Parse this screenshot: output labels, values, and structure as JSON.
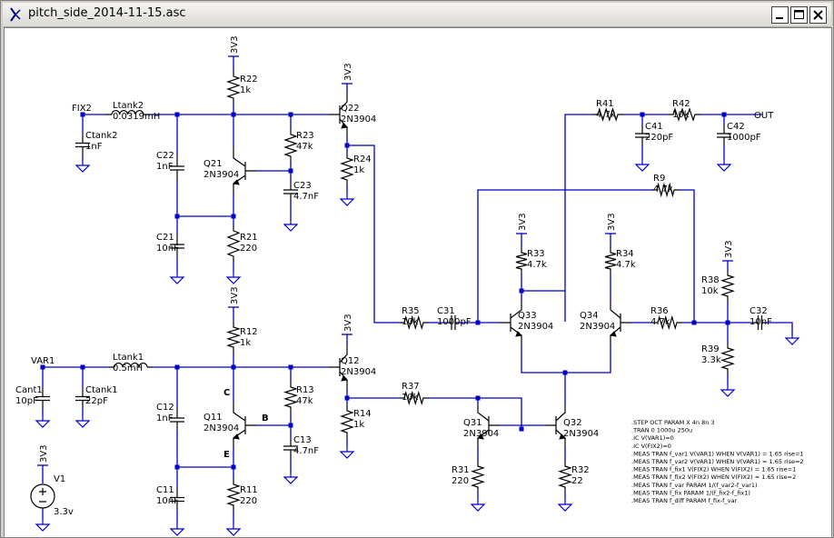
{
  "window": {
    "title": "pitch_side_2014-11-15.asc"
  },
  "colors": {
    "wire": "#0000c8",
    "component": "#000000",
    "label": "#000000",
    "canvas": "#ffffff"
  },
  "icons": {
    "app": "ltspice-icon",
    "minimize": "minimize-icon",
    "maximize": "maximize-icon",
    "close": "close-icon"
  },
  "schematic": {
    "supply": "3V3",
    "transistor_model": "2N3904",
    "components": {
      "r22": {
        "ref": "R22",
        "value": "1k"
      },
      "r23": {
        "ref": "R23",
        "value": "47k"
      },
      "r24": {
        "ref": "R24",
        "value": "1k"
      },
      "r21": {
        "ref": "R21",
        "value": "220"
      },
      "c22": {
        "ref": "C22",
        "value": "1nF"
      },
      "c23": {
        "ref": "C23",
        "value": "4.7nF"
      },
      "c21": {
        "ref": "C21",
        "value": "10nF"
      },
      "ltank2": {
        "ref": "Ltank2",
        "value": "0.0319mH"
      },
      "ctank2": {
        "ref": "Ctank2",
        "value": "1nF"
      },
      "q21": {
        "ref": "Q21"
      },
      "q22": {
        "ref": "Q22"
      },
      "r41": {
        "ref": "R41",
        "value": "4.7k"
      },
      "r42": {
        "ref": "R42",
        "value": "10k"
      },
      "c41": {
        "ref": "C41",
        "value": "220pF"
      },
      "c42": {
        "ref": "C42",
        "value": "1000pF"
      },
      "r9": {
        "ref": "R9",
        "value": "4.7k"
      },
      "r33": {
        "ref": "R33",
        "value": "4.7k"
      },
      "r34": {
        "ref": "R34",
        "value": "4.7k"
      },
      "r35": {
        "ref": "R35",
        "value": "10k"
      },
      "c31": {
        "ref": "C31",
        "value": "1000pF"
      },
      "q33": {
        "ref": "Q33"
      },
      "q34": {
        "ref": "Q34"
      },
      "r36": {
        "ref": "R36",
        "value": "4.7k"
      },
      "r38": {
        "ref": "R38",
        "value": "10k"
      },
      "r39": {
        "ref": "R39",
        "value": "3.3k"
      },
      "c32": {
        "ref": "C32",
        "value": "10nF"
      },
      "r12": {
        "ref": "R12",
        "value": "1k"
      },
      "r13": {
        "ref": "R13",
        "value": "47k"
      },
      "r14": {
        "ref": "R14",
        "value": "1k"
      },
      "r11": {
        "ref": "R11",
        "value": "220"
      },
      "c12": {
        "ref": "C12",
        "value": "1nF"
      },
      "c13": {
        "ref": "C13",
        "value": "4.7nF"
      },
      "c11": {
        "ref": "C11",
        "value": "10nF"
      },
      "ltank1": {
        "ref": "Ltank1",
        "value": "0.5mH"
      },
      "cant1": {
        "ref": "Cant1",
        "value": "10pF"
      },
      "ctank1": {
        "ref": "Ctank1",
        "value": "22pF"
      },
      "q11": {
        "ref": "Q11"
      },
      "q12": {
        "ref": "Q12"
      },
      "r37": {
        "ref": "R37",
        "value": "10k"
      },
      "q31": {
        "ref": "Q31"
      },
      "q32": {
        "ref": "Q32"
      },
      "r31": {
        "ref": "R31",
        "value": "220"
      },
      "r32": {
        "ref": "R32",
        "value": "22"
      },
      "v1": {
        "ref": "V1",
        "value": "3.3v"
      }
    },
    "nets": {
      "fix2": "FIX2",
      "out": "OUT",
      "var1": "VAR1"
    },
    "pins": {
      "c": "C",
      "b": "B",
      "e": "E"
    },
    "directives": [
      ".STEP OCT PARAM X 4n 8n 3",
      ".TRAN 0 1000u 250u",
      ".IC V(VAR1)=0",
      ".IC V(FIX2)=0",
      ".MEAS TRAN f_var1 V(VAR1) WHEN V(VAR1) = 1.65 rise=1",
      ".MEAS TRAN f_var2 V(VAR1) WHEN V(VAR1) = 1.65 rise=2",
      ".MEAS TRAN f_fix1 V(FIX2) WHEN V(FIX2) = 1.65 rise=1",
      ".MEAS TRAN f_fix2 V(FIX2) WHEN V(FIX2) = 1.65 rise=2",
      ".MEAS TRAN f_var PARAM 1/(f_var2-f_var1)",
      ".MEAS TRAN f_fix PARAM 1/(f_fix2-f_fix1)",
      ".MEAS TRAN f_diff PARAM f_fix-f_var"
    ]
  }
}
